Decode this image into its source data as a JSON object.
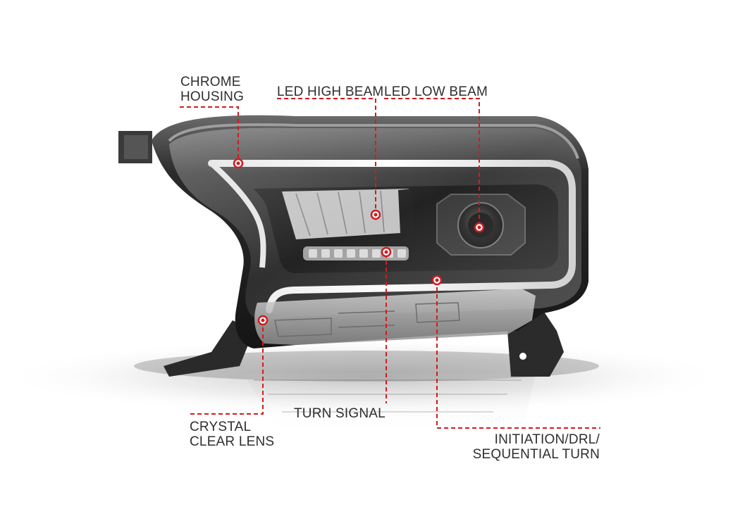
{
  "callouts": {
    "chrome_housing": [
      "CHROME",
      "HOUSING"
    ],
    "led_high_beam": "LED HIGH BEAM",
    "led_low_beam": "LED LOW BEAM",
    "turn_signal": "TURN SIGNAL",
    "crystal_clear_lens": [
      "CRYSTAL",
      "CLEAR LENS"
    ],
    "initiation_drl_sequential_turn": [
      "INITIATION/DRL/",
      "SEQUENTIAL TURN"
    ]
  },
  "colors": {
    "leader_line": "#d01c1f",
    "label_text": "#2f2f2f"
  }
}
